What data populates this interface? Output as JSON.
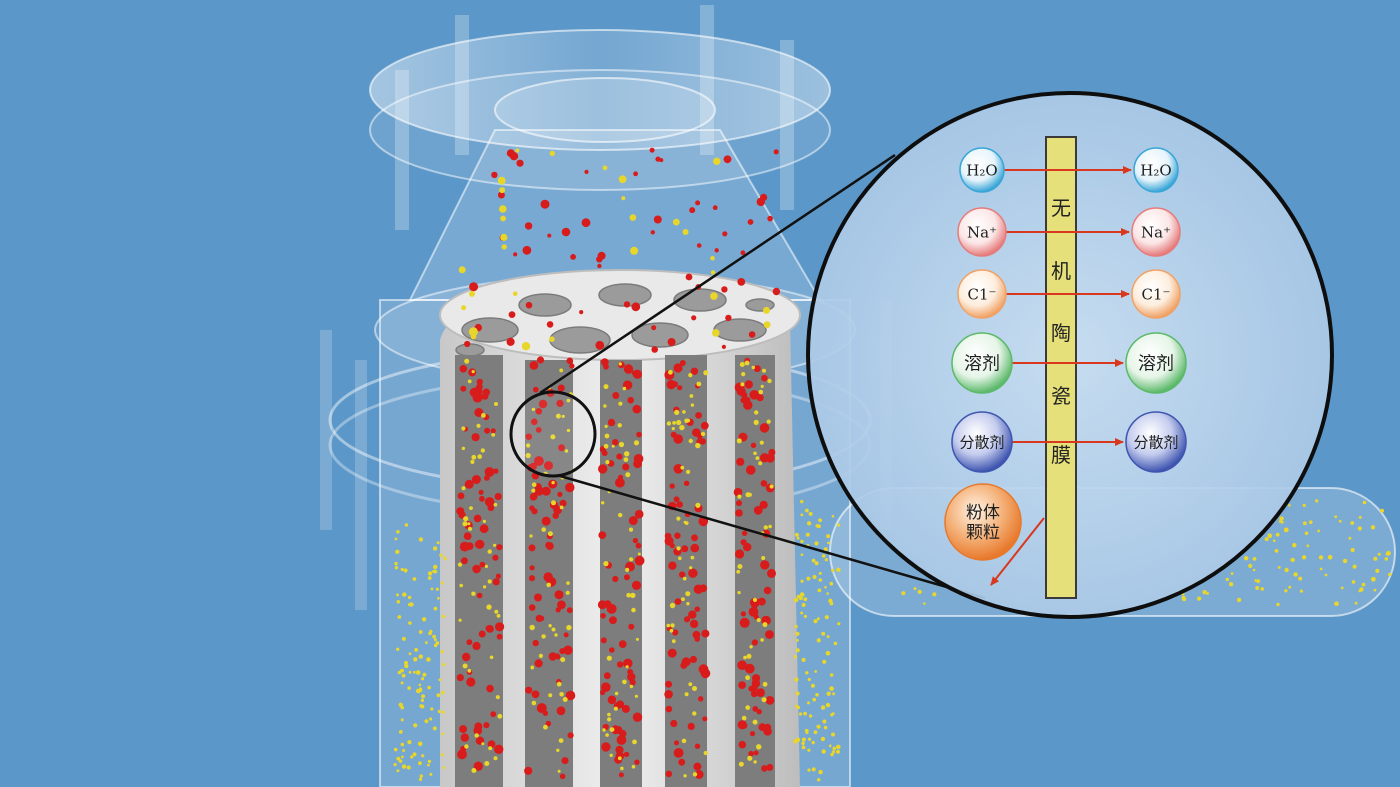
{
  "membrane": {
    "label_chars": [
      "无",
      "机",
      "陶",
      "瓷",
      "膜"
    ]
  },
  "species": [
    {
      "id": "water",
      "left": "H₂O",
      "right": "H₂O",
      "passes": true,
      "color": "#3aa6d8"
    },
    {
      "id": "sodium",
      "left": "Na⁺",
      "right": "Na⁺",
      "passes": true,
      "color": "#e67b7b"
    },
    {
      "id": "chloride",
      "left": "C1⁻",
      "right": "C1⁻",
      "passes": true,
      "color": "#f0a266"
    },
    {
      "id": "solvent",
      "left": "溶剂",
      "right": "溶剂",
      "passes": true,
      "color": "#5cb96a"
    },
    {
      "id": "dispersant",
      "left": "分散剂",
      "right": "分散剂",
      "passes": true,
      "color": "#3f55b0"
    },
    {
      "id": "powder-particles",
      "left": "粉体颗粒",
      "passes": false,
      "color": "#e8782b"
    }
  ],
  "colors": {
    "background": "#5b97c9",
    "arrow": "#d9381e",
    "membrane": "#e6e07a",
    "red_particle": "#d81c1c",
    "yellow_particle": "#e8d62b"
  }
}
